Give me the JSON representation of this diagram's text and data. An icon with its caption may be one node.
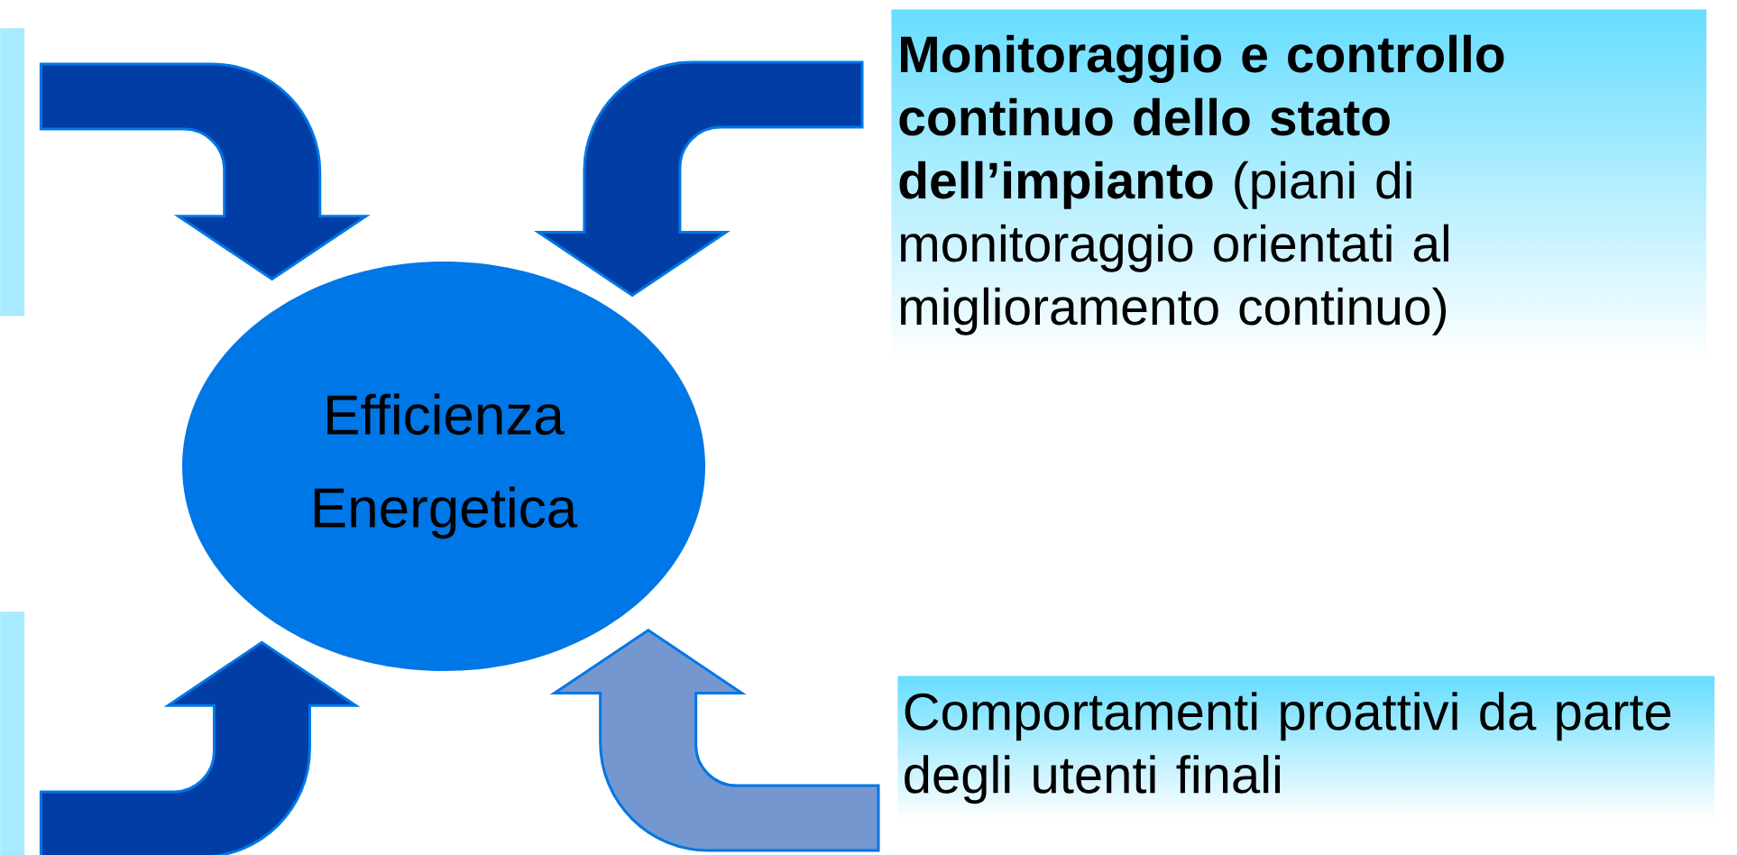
{
  "diagram": {
    "nodes": [
      {
        "text": [
          "Efficienza Energetica"
        ]
      },
      {
        "text": [
          "**Monitoraggio e controllo continuo dello stato dell’impianto** (piani di monitoraggio orientati al miglioramento continuo)"
        ]
      },
      {
        "text": [
          "Comportamenti proattivi da parte degli utenti finali"
        ]
      },
      {
        "text": [],
        "shape": "box"
      },
      {
        "text": [],
        "shape": "box"
      }
    ],
    "edges": [
      {
        "from": 3,
        "to": 0,
        "arrow": "to",
        "style": "thick"
      },
      {
        "from": 1,
        "to": 0,
        "arrow": "to",
        "style": "thick"
      },
      {
        "from": 4,
        "to": 0,
        "arrow": "to",
        "style": "thick"
      },
      {
        "from": 2,
        "to": 0,
        "arrow": "to",
        "style": "thick",
        "color": "#7597cf"
      }
    ]
  }
}
